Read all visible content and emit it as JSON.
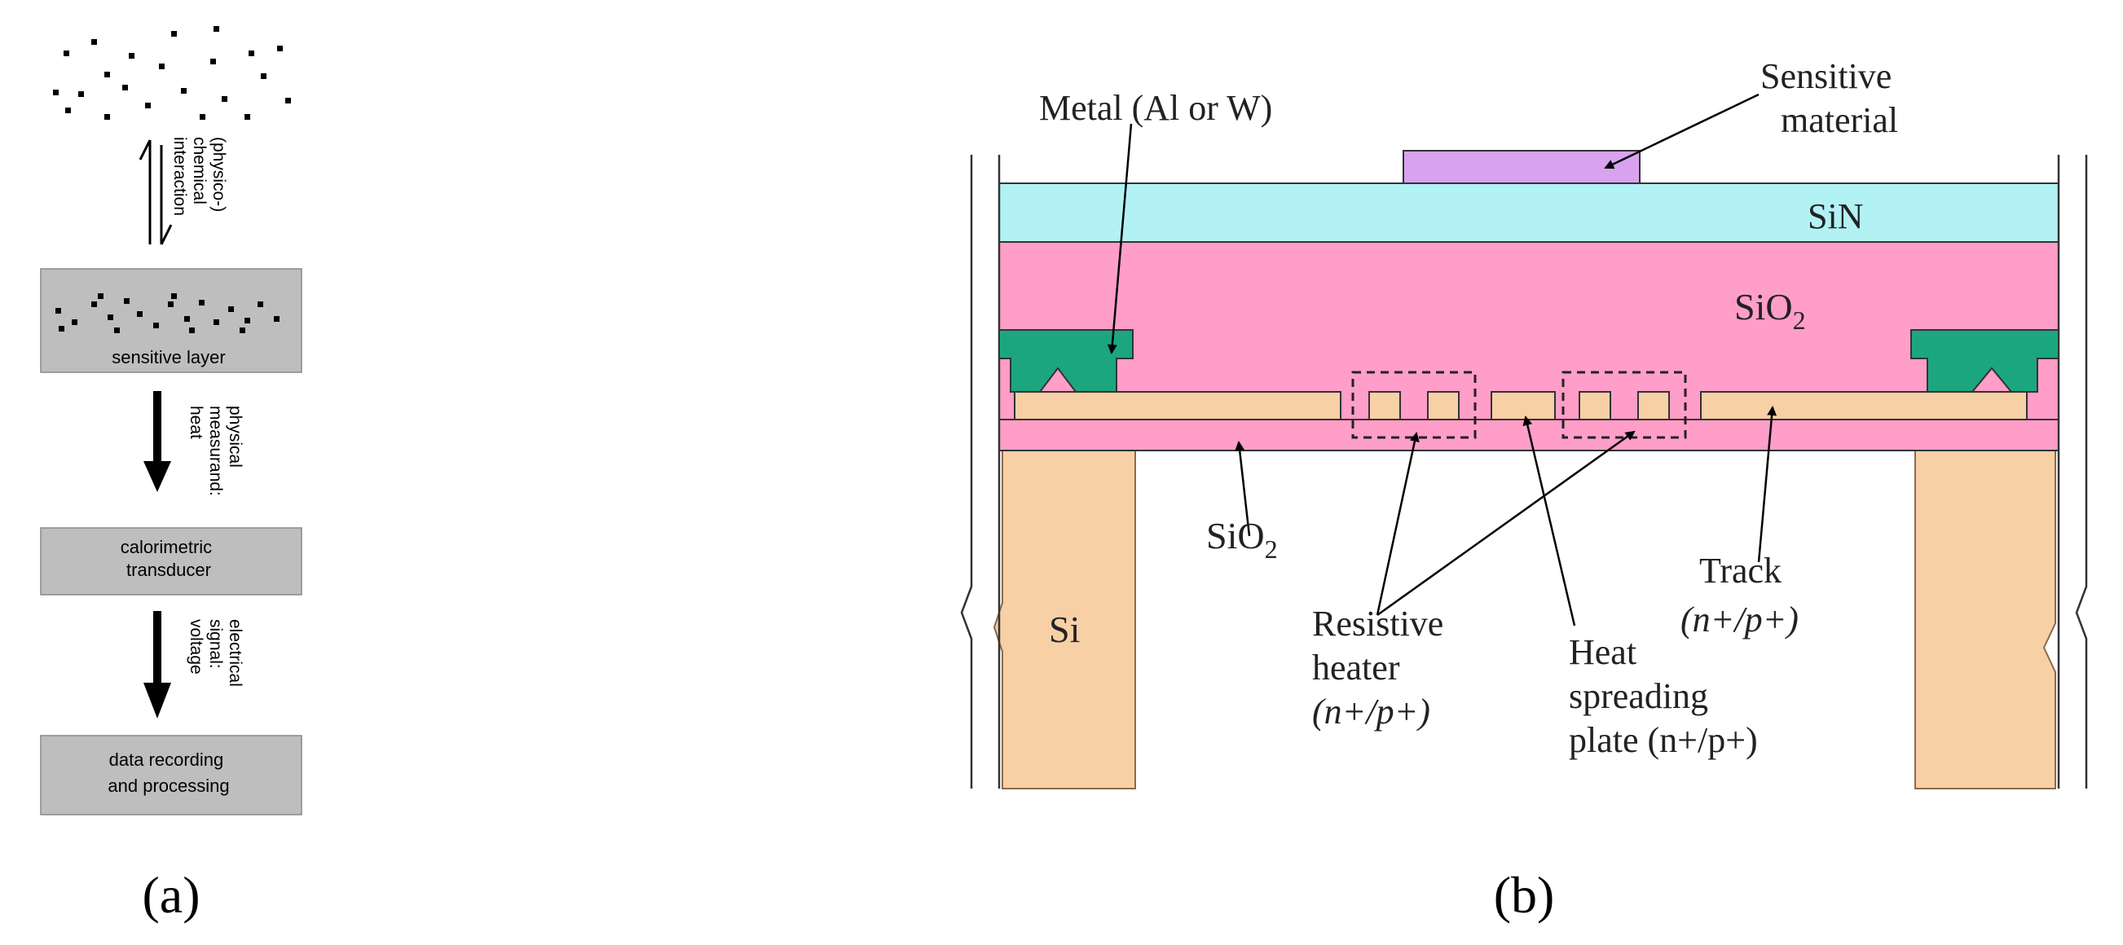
{
  "panel_a": {
    "label": "(a)",
    "arrow1_text": [
      "(physico-)",
      "chemical",
      "interaction"
    ],
    "box1": "sensitive layer",
    "arrow2_text": [
      "physical",
      "measurand:",
      "heat"
    ],
    "box2": [
      "calorimetric",
      "transducer"
    ],
    "arrow3_text": [
      "electrical",
      "signal:",
      "voltage"
    ],
    "box3": [
      "data recording",
      "and processing"
    ]
  },
  "panel_b": {
    "label": "(b)",
    "metal": "Metal (Al or W)",
    "sensitive_material": [
      "Sensitive",
      "material"
    ],
    "sin": "SiN",
    "sio2_top": {
      "base": "SiO",
      "sub": "2"
    },
    "sio2_bottom": {
      "base": "SiO",
      "sub": "2"
    },
    "si": "Si",
    "resistive_heater": [
      "Resistive",
      "heater",
      "(n+/p+)"
    ],
    "heat_plate": [
      "Heat",
      "spreading",
      "plate (n+/p+)"
    ],
    "track": [
      "Track",
      "(n+/p+)"
    ]
  },
  "colors": {
    "gray_box": "#bebebe",
    "pink": "#ff9ec8",
    "cyan": "#b2f2f4",
    "violet": "#d9a2ee",
    "green": "#1ca67f",
    "tan": "#f8d0a6"
  }
}
